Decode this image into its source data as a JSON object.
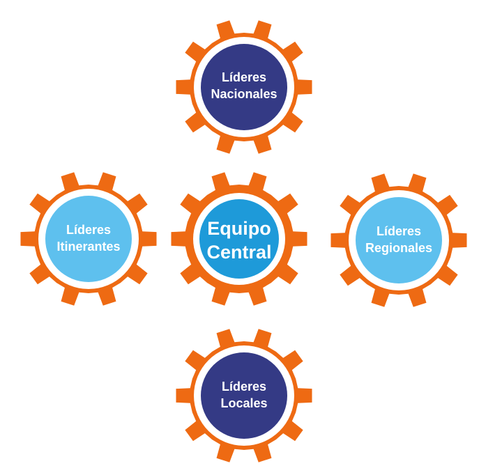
{
  "colors": {
    "gear": "#ee6a13",
    "ring": "#ffffff",
    "national": "#343a85",
    "central": "#1e9ad9",
    "itinerant": "#5ec0ee",
    "regional": "#5ec0ee",
    "local": "#343a85",
    "text": "#ffffff"
  },
  "icons": {
    "gear": "gear-icon"
  },
  "gears": {
    "nacionales": {
      "line1": "Líderes",
      "line2": "Nacionales"
    },
    "central": {
      "line1": "Equipo",
      "line2": "Central"
    },
    "itinerantes": {
      "line1": "Líderes",
      "line2": "Itinerantes"
    },
    "regionales": {
      "line1": "Líderes",
      "line2": "Regionales"
    },
    "locales": {
      "line1": "Líderes",
      "line2": "Locales"
    }
  }
}
